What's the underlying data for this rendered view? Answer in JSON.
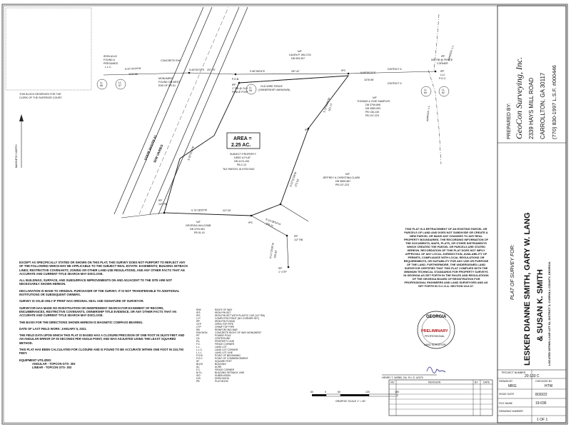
{
  "block_reserved": "THIS BLOCK RESERVED FOR THE CLERK OF THE SUPERIOR COURT.",
  "north_arrow_label": "MAGNETIC NORTH",
  "road": {
    "name": "STATE ROUTE 61",
    "row": "R/W VARIES"
  },
  "area_box": {
    "line1": "AREA =",
    "line2": "2.25 AC."
  },
  "subject": [
    "SUBJECT PROPERTY",
    "DEED & PLAT",
    "DB 4174-193",
    "PB 2-13",
    "TAX PARCEL ID #T53 0042"
  ],
  "labels": {
    "iron_axle": [
      "IRON AXLE",
      "FOUND &",
      "PRESUMED",
      "L.L.C."
    ],
    "concrete_row": [
      "CONCRETE R/W",
      "MONUMENT",
      "FOUND ON WEST",
      "R/W OF SR 61"
    ],
    "pob": [
      "P.O.B.",
      "IPF",
      "1\" RB @ OLD",
      "FENCE POST"
    ],
    "wilcox": [
      "N/F",
      "LAURA P. WILCOX",
      "DB 993-397"
    ],
    "old_wire": [
      "OLD WIRE FENCE",
      "(OWNERSHIP UNKNOWN)"
    ],
    "samples": [
      "N/F",
      "THOMAS & OVIE SAMPLES",
      "DB 3799-896",
      "DB 3960-993",
      "PB 136-130",
      "PB 107-223"
    ],
    "clark": [
      "N/F",
      "JEFFREY & CHRISTINA CLARK",
      "DB 3899-987",
      "PB 107-223"
    ],
    "halcomb": [
      "N/F",
      "GEORGIA HALCOMB",
      "DB 3793-981",
      "PB 51-01"
    ],
    "ipf_top_right": [
      "IPF",
      "5/8\" RB @ FENCE",
      "CORNER"
    ],
    "pdc": [
      "IPF",
      "LLC",
      "P.O.C."
    ],
    "district6": "DISTRICT 6",
    "district5": "DISTRICT 5",
    "approx_ll": "APPROX. L.L.",
    "ips1": "IPS",
    "ips2": "IPS",
    "ips3": "IPS",
    "ipf_half_rb": [
      "IPF",
      "1/2\" RB"
    ],
    "ipf_half_rb2": [
      "IPF",
      "1/2\" RB"
    ],
    "ipf_otp": [
      "IPF",
      "1\" OTP"
    ],
    "ll_tags": [
      "LL",
      "58",
      "LL",
      "57",
      "LL",
      "59",
      "LL",
      "60",
      "LL",
      "82"
    ]
  },
  "bearings": {
    "b1": "N 87°34'04\"W",
    "b1d": "1102.86'",
    "b2": "N 84°53'37\"E",
    "b2d": "207.70'",
    "b3": "S 86°56'04\"E",
    "b3d": "287.42'",
    "b4": "N 86°50'21\"E",
    "b4d": "1078.98'",
    "b5": "S 15°44'00\"W",
    "b5d": "101.77'",
    "b6": "S 02°52'08\"W",
    "b6d": "272.53'",
    "b7": "N 11°08'24\"W",
    "b7d": "208.11'",
    "b8": "S 75°28'29\"W",
    "b8d": "227.00'",
    "b9": "N 11°23'35\"W",
    "b9d": "105.92'",
    "b10": "S 30°18'38\"W",
    "b10d": "110.89'",
    "b11": "S 35°51'00\"E",
    "b11d": "265.92'"
  },
  "notes": [
    "EXCEPT AS SPECIFICALLY STATED OR SHOWN ON THIS PLAT, THIS SURVEY DOES NOT PURPORT TO REFLECT ANY OF THE FOLLOWING WHICH MAY BE APPLICABLE TO THE SUBJECT REAL ESTATE: EASEMENTS; BUILDING SETBACK LINES; RESTRICTIVE COVENANTS; ZONING OR OTHER LAND-USE REGULATIONS, AND ANY OTHER FACTS THAT AN ACCURATE AND CURRENT TITLE SEARCH MAY DISCLOSE.",
    "ALL BUILDINGS, SURFACE, AND SUBSURFACE IMPROVEMENTS ON AND ADJACENT TO THE SITE ARE NOT NECESSARILY SHOWN HEREON.",
    "DECLARATION IS MADE TO ORIGINAL PURCHASER OF THE SURVEY. IT IS NOT TRANSFERABLE TO ADDITIONAL INSTITUTIONS OR SUBSEQUENT OWNERS.",
    "SURVEY IS VALID ONLY IF PRINT HAS ORIGINAL SEAL AND SIGNATURE OF SURVEYOR.",
    "SURVEYOR HAS MADE NO INVESTIGATION OR INDEPENDENT SEARCH FOR EASEMENT OF RECORD, ENCUMBRANCES, RESTRICTIVE COVENANTS, OWNERSHIP TITLE EVIDENCE, OR ANY OTHER FACTS THAT AN ACCURATE AND CURRENT TITLE SEARCH MAY DISCLOSE.",
    "THE BASIS FOR THE DIRECTIONS SHOWN HEREON IS MAGNETIC COMPASS BEARING.",
    "DATE OF LAST FIELD WORK: JANUARY 5, 2021.",
    "THE FIELD DATA UPON WHICH THIS PLAT IS BASED HAS A CLOSURE PRECISION OF ONE FOOT IN 36,570 FEET AND AN ANGULAR ERROR OF 05 SECONDS PER ANGLE POINT, AND WAS ADJUSTED USING THE LEAST SQUARED METHOD.",
    "THIS PLAT HAS BEEN CALCULATED FOR CLOSURE AND IS FOUND TO BE ACCURATE WITHIN ONE FOOT IN 210,793 FEET.",
    "EQUIPMENT UTILIZED:",
    "ANGULAR - TOPCON GTS- 303",
    "LINEAR - TOPCON GTS- 303"
  ],
  "legend": [
    [
      "R/W",
      "RIGHT OF WAY"
    ],
    [
      "IPS",
      "IRON PIN SET"
    ],
    [
      "IPS",
      "IRON PIN SET WITH PLASTIC CAP (1/2\" RB)"
    ],
    [
      "C.P.",
      "COMPUTED POINT (NO CORNER SET)"
    ],
    [
      "IPF",
      "IRON PIN FOUND"
    ],
    [
      "OTP",
      "OPEN TOP PIPE"
    ],
    [
      "CTP",
      "CRIMP TOP PIPE"
    ],
    [
      "RB",
      "REINFORCING BAR"
    ],
    [
      "R/W MON",
      "CONCRETE RIGHT OF WAY MONUMENT"
    ],
    [
      "PP",
      "POWER POLE"
    ],
    [
      "C/L",
      "CENTERLINE"
    ],
    [
      "P/L",
      "PROPERTY LINE"
    ],
    [
      "F.C.",
      "FENCE CORNER"
    ],
    [
      "L.L.",
      "LAND LOT"
    ],
    [
      "L.L.C.",
      "LAND LOT CORNER"
    ],
    [
      "L.L.L.",
      "LAND LOT LINE"
    ],
    [
      "P.O.B.",
      "POINT OF BEGINNING"
    ],
    [
      "P.O.C.",
      "POINT OF COMMENCEMENT"
    ],
    [
      "SF",
      "SQUARE FEET"
    ],
    [
      "BLDG",
      "BUILDING"
    ],
    [
      "AC",
      "ACRE"
    ],
    [
      "F.C.",
      "FENCE CORNER"
    ],
    [
      "B.S.L.",
      "BUILDING SETBACK LINE"
    ],
    [
      "S/D",
      "SUBDIVISION"
    ],
    [
      "D.B.",
      "DEED BOOK"
    ],
    [
      "PB",
      "PLAT BOOK"
    ]
  ],
  "scale": {
    "ticks": [
      "60",
      "0",
      "60",
      "120",
      "180"
    ],
    "label": "GRAPHIC SCALE 1\" = 60'"
  },
  "revision": {
    "surveyor": "HENRY T. WEBB, GA. R.L.S. #2370",
    "headers": [
      "NO",
      "REVISION",
      "BY",
      "DATE"
    ]
  },
  "certification": "THIS PLAT IS A RETRACEMENT OF AN EXISTING PARCEL OR PARCELS OF LAND AND DOES NOT SUBDIVIDE OR CREATE A NEW PARCEL OR MAKE ANY CHANGES TO ANY REAL PROPERTY BOUNDARIES. THE RECORDING INFORMATION OF THE DOCUMENTS, MAPS, PLATS, OR OTHER INSTRUMENTS WHICH CREATED THE PARCEL OR PARCELS ARE STATED HEREON. RECORDATION OF THIS PLAT DOES NOT IMPLY APPROVAL OF ANY LOCAL JURISDICTION, AVAILABILITY OF PERMITS, COMPLIANCE WITH LOCAL REGULATIONS OR REQUIREMENTS, OR SUITABILITY FOR ANY USE OR PURPOSE OF THE LAND. FURTHERMORE, THE UNDERSIGNED LAND SURVEYOR CERTIFIES THAT THIS PLAT COMPLIES WITH THE MINIMUM TECHNICAL STANDARDS FOR PROPERTY SURVEYS IN GEORGIA AS SET FORTH IN THE RULES AND REGULATIONS OF THE GEORGIA BOARD OF REGISTRATION FOR PROFESSIONAL ENGINEERS AND LAND SURVEYORS AND AS SET FORTH IN O.C.G.A. SECTION 15-6-67.",
  "seal": {
    "top": "GEORGIA",
    "mid": "PRELIMINARY",
    "sub": "PROFESSIONAL",
    "bottom": "LAND SURVEYOR"
  },
  "title_block": {
    "prepared_by": "PREPARED BY:",
    "company": "GeoCon Surveying, Inc.",
    "address1": "2339 HAYS MILL ROAD",
    "address2": "CARROLLTON, GA 30117",
    "phone": "(770) 830-1997   L.S.F. #000446",
    "plat_for": "PLAT OF SURVEY FOR:",
    "owners1": "LESKER DIANNE SMITH, GARY W. LANG",
    "owners2": "& SUSAN K. SMITH",
    "location": "LOCATED WITHIN LAND LOT 81, DISTRICT 5, CARROLL COUNTY, GEORGIA"
  },
  "project": {
    "project_number_label": "PROJECT NUMBER",
    "project_number": "20-133 C",
    "drawn_by_label": "DRAWN BY",
    "drawn_by": "MRG",
    "checked_by_label": "CHECKED BY",
    "checked_by": "HTW",
    "issue_date_label": "ISSUE DATE",
    "issue_date": "8/30/22",
    "file_name_label": "FILE NAME",
    "file_name": "19-036",
    "drawing_number_label": "DRAWING NUMBER",
    "drawing_number": "1 OF 1"
  }
}
